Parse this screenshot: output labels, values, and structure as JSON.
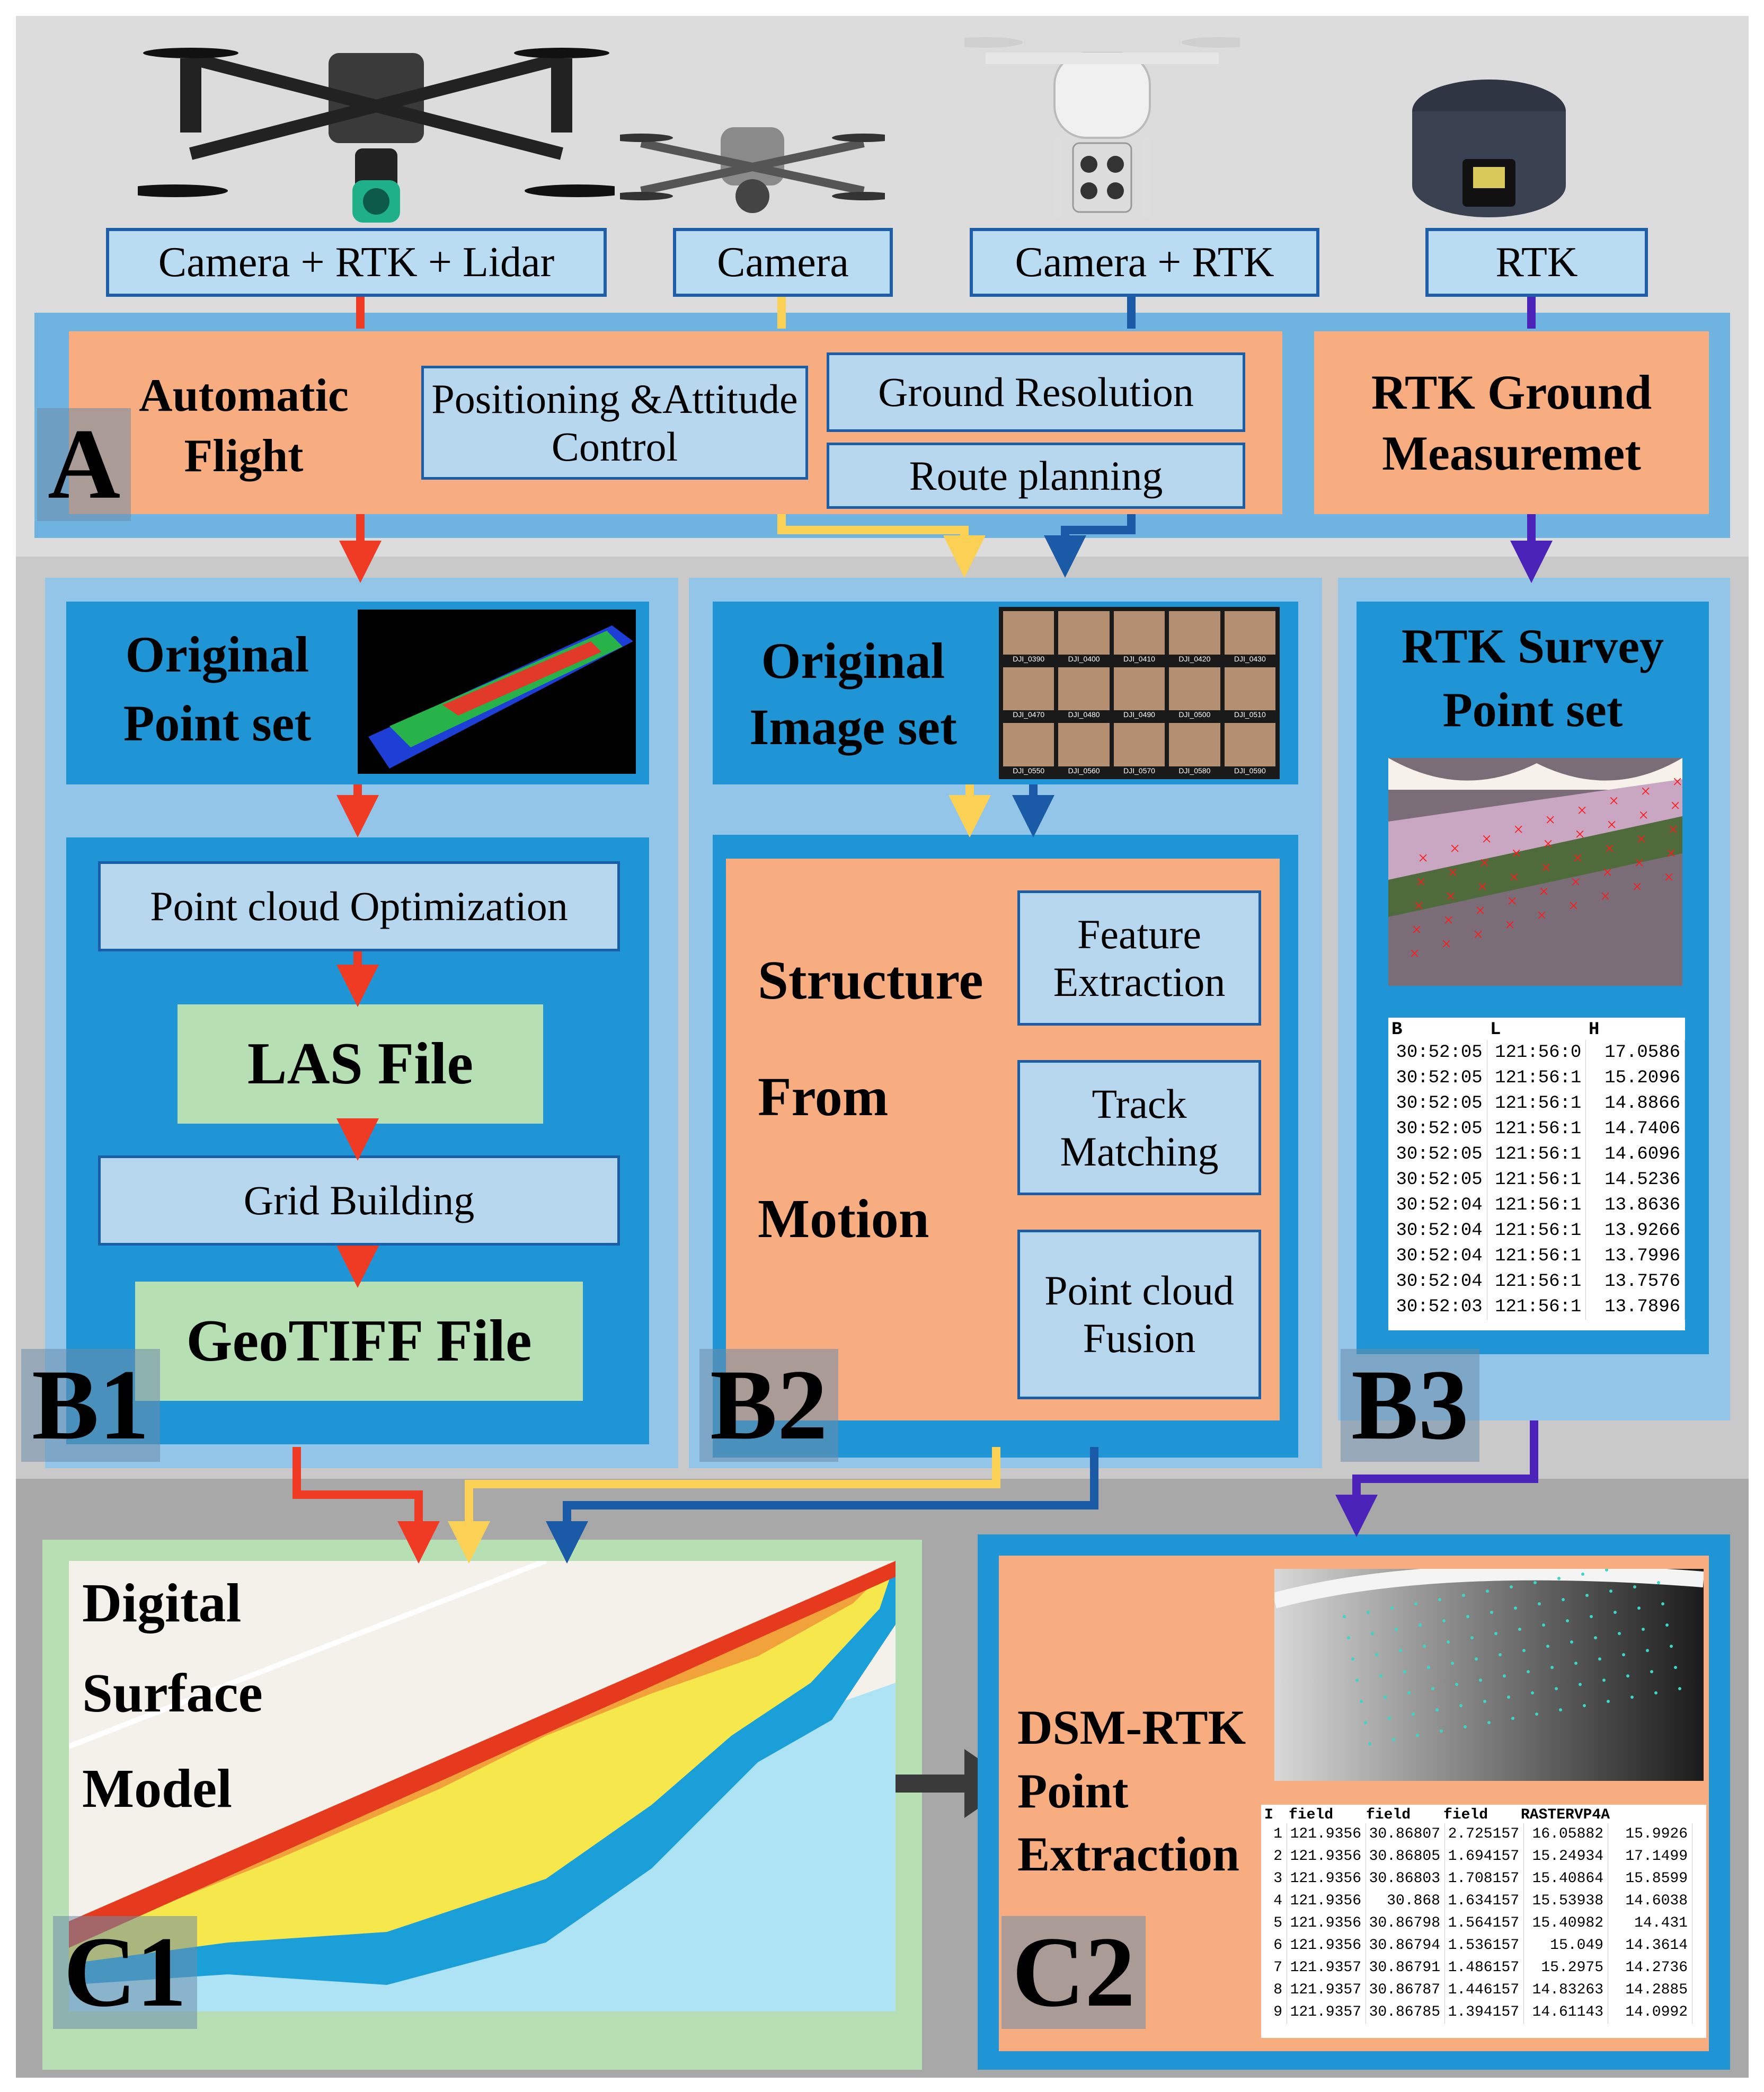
{
  "devices": [
    {
      "label": "Camera + RTK + Lidar"
    },
    {
      "label": "Camera"
    },
    {
      "label": "Camera + RTK"
    },
    {
      "label": "RTK"
    }
  ],
  "section_a": {
    "letter": "A",
    "automatic_flight": "Automatic Flight",
    "positioning": "Positioning &Attitude Control",
    "ground_resolution": "Ground Resolution",
    "route_planning": "Route planning",
    "rtk_ground": "RTK Ground Measuremet"
  },
  "section_b1": {
    "letter": "B1",
    "title": "Original Point set",
    "opt": "Point cloud Optimization",
    "las": "LAS File",
    "grid": "Grid Building",
    "geotiff": "GeoTIFF File"
  },
  "section_b2": {
    "letter": "B2",
    "title": "Original Image set",
    "thumbs": [
      "DJI_0390",
      "DJI_0400",
      "DJI_0410",
      "DJI_0420",
      "DJI_0430",
      "DJI_0470",
      "DJI_0480",
      "DJI_0490",
      "DJI_0500",
      "DJI_0510",
      "DJI_0550",
      "DJI_0560",
      "DJI_0570",
      "DJI_0580",
      "DJI_0590"
    ],
    "sfm_s": "Structure",
    "sfm_f": "From",
    "sfm_m": "Motion",
    "feature": "Feature Extraction",
    "track": "Track Matching",
    "fusion": "Point cloud Fusion"
  },
  "section_b3": {
    "letter": "B3",
    "title": "RTK Survey Point set",
    "table_headers": [
      "B",
      "L",
      "H"
    ],
    "table_rows": [
      [
        "30:52:05",
        "121:56:0",
        "17.0586"
      ],
      [
        "30:52:05",
        "121:56:1",
        "15.2096"
      ],
      [
        "30:52:05",
        "121:56:1",
        "14.8866"
      ],
      [
        "30:52:05",
        "121:56:1",
        "14.7406"
      ],
      [
        "30:52:05",
        "121:56:1",
        "14.6096"
      ],
      [
        "30:52:05",
        "121:56:1",
        "14.5236"
      ],
      [
        "30:52:04",
        "121:56:1",
        "13.8636"
      ],
      [
        "30:52:04",
        "121:56:1",
        "13.9266"
      ],
      [
        "30:52:04",
        "121:56:1",
        "13.7996"
      ],
      [
        "30:52:04",
        "121:56:1",
        "13.7576"
      ],
      [
        "30:52:03",
        "121:56:1",
        "13.7896"
      ]
    ]
  },
  "section_c1": {
    "letter": "C1",
    "title_d": "Digital",
    "title_s": "Surface",
    "title_m": "Model"
  },
  "section_c2": {
    "letter": "C2",
    "title": "DSM-RTK Point Extraction",
    "table_headers": [
      "I",
      "field",
      "field",
      "field",
      "RASTERVP4A"
    ],
    "table_rows": [
      [
        "1",
        "121.9356",
        "30.86807",
        "2.725157",
        "16.05882",
        "15.9926"
      ],
      [
        "2",
        "121.9356",
        "30.86805",
        "1.694157",
        "15.24934",
        "17.1499"
      ],
      [
        "3",
        "121.9356",
        "30.86803",
        "1.708157",
        "15.40864",
        "15.8599"
      ],
      [
        "4",
        "121.9356",
        "30.868",
        "1.634157",
        "15.53938",
        "14.6038"
      ],
      [
        "5",
        "121.9356",
        "30.86798",
        "1.564157",
        "15.40982",
        "14.431"
      ],
      [
        "6",
        "121.9356",
        "30.86794",
        "1.536157",
        "15.049",
        "14.3614"
      ],
      [
        "7",
        "121.9357",
        "30.86791",
        "1.486157",
        "15.2975",
        "14.2736"
      ],
      [
        "8",
        "121.9357",
        "30.86787",
        "1.446157",
        "14.83263",
        "14.2885"
      ],
      [
        "9",
        "121.9357",
        "30.86785",
        "1.394157",
        "14.61143",
        "14.0992"
      ]
    ]
  },
  "colors": {
    "red": "#ef3b24",
    "yellow": "#fbd155",
    "blue": "#1b5aa6",
    "purple": "#4b23b8",
    "orange_box": "#f7ad80",
    "panel_light": "#93c5e9",
    "panel_dark": "#1f95d5"
  }
}
